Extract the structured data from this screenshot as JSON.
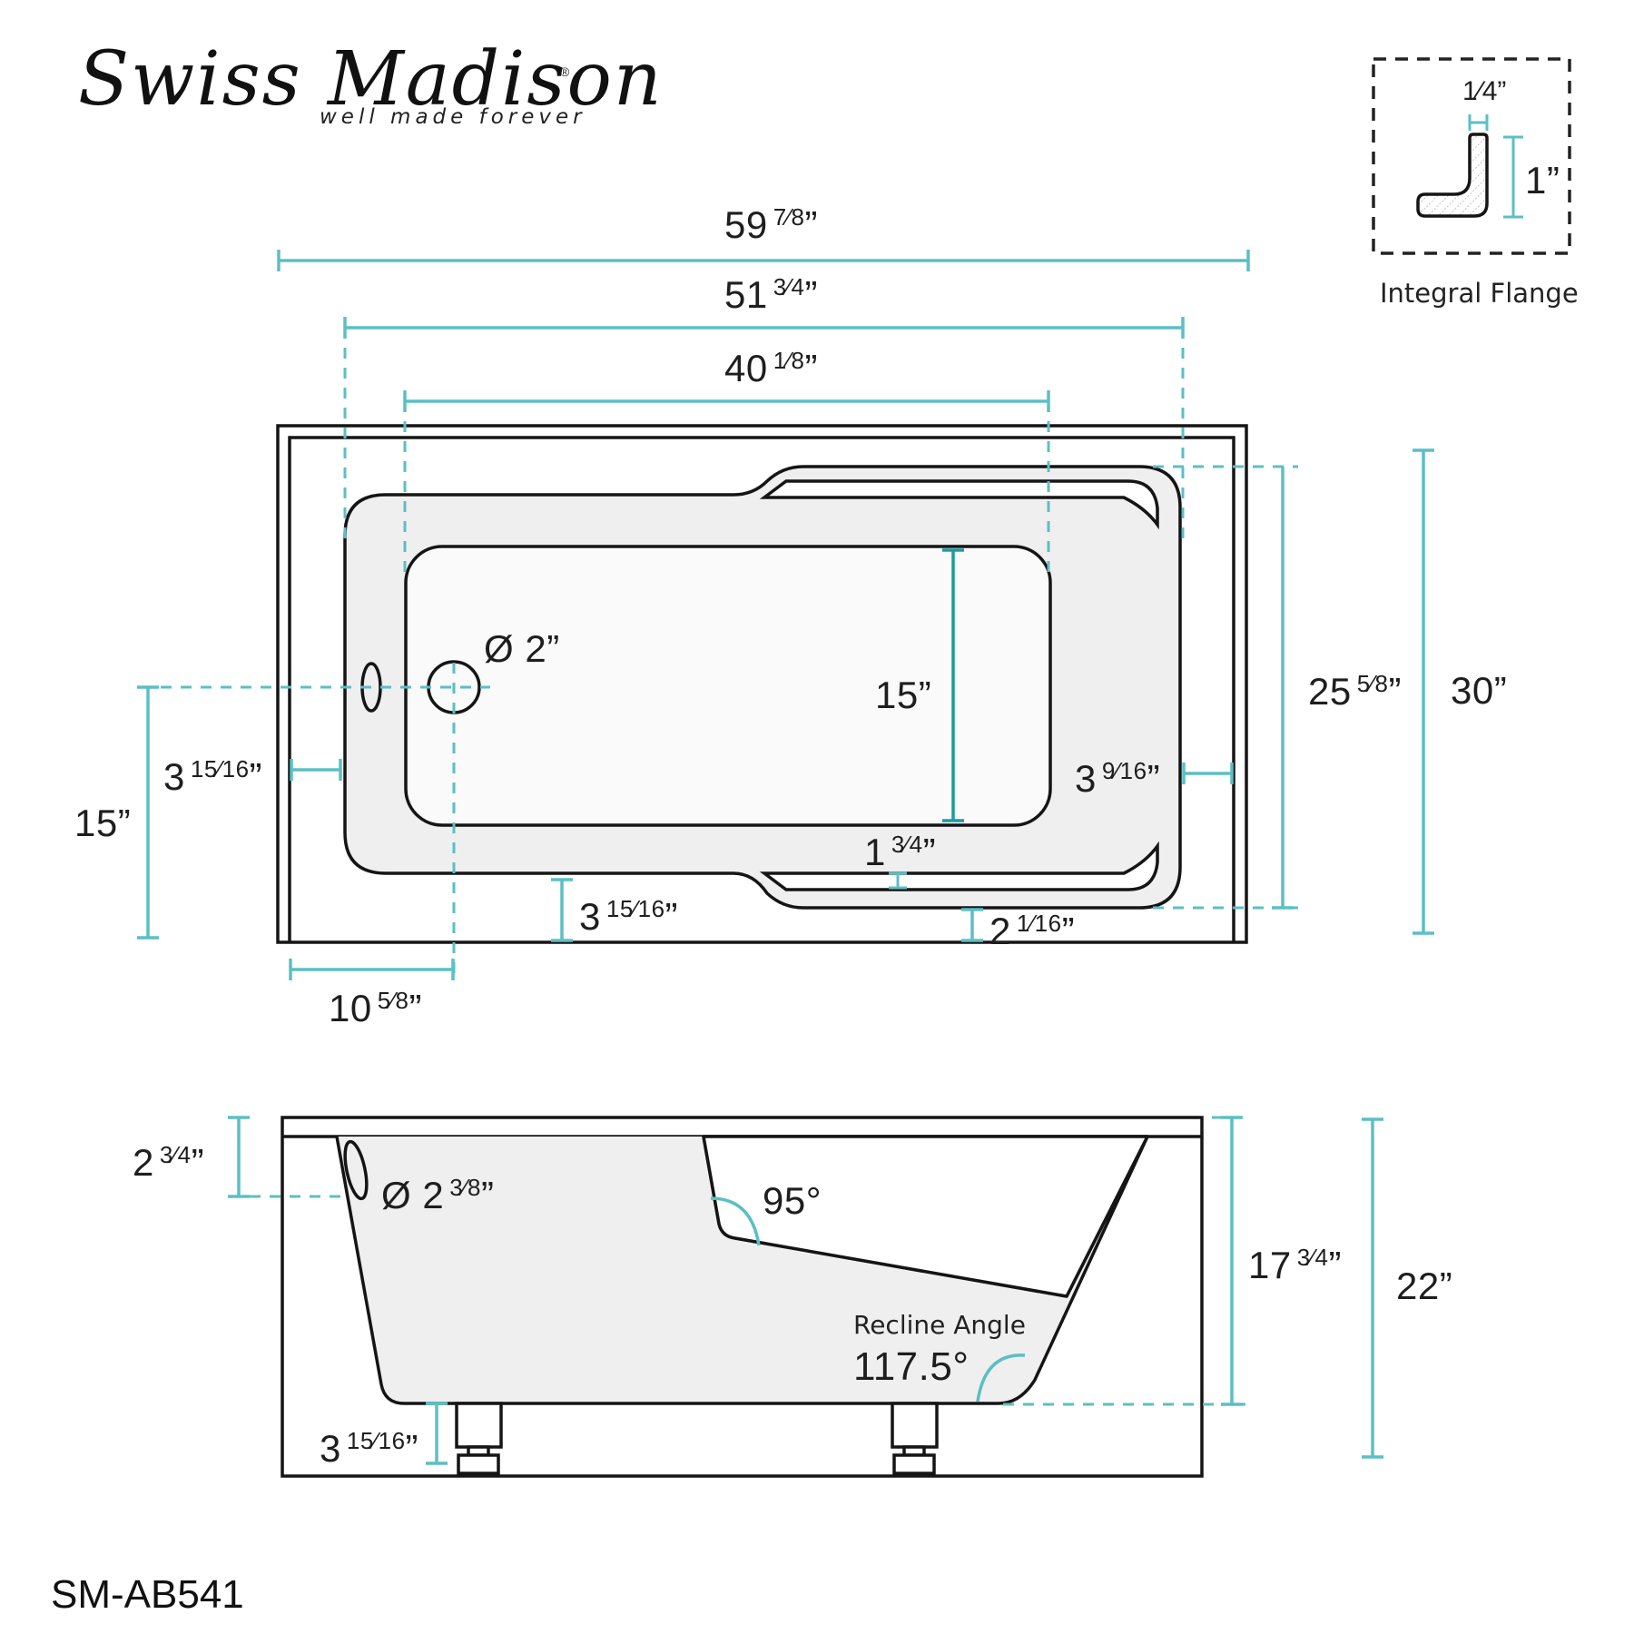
{
  "brand": {
    "name": "Swiss Madison",
    "registered_mark": "®",
    "tagline": "well made forever"
  },
  "model_number": "SM-AB541",
  "colors": {
    "dimension_line": "#5bbfc4",
    "dimension_line_dark": "#1f9aa0",
    "outline": "#151515",
    "tub_fill": "#efefef",
    "basin_fill": "#fafafa"
  },
  "flange_detail": {
    "caption": "Integral Flange",
    "thickness": {
      "whole": "",
      "frac": "1⁄4",
      "unit": "”"
    },
    "height": {
      "whole": "1",
      "frac": "",
      "unit": "”"
    }
  },
  "plan_view": {
    "overall_length": {
      "whole": "59",
      "frac": "7⁄8",
      "unit": "”"
    },
    "rim_length": {
      "whole": "51",
      "frac": "3⁄4",
      "unit": "”"
    },
    "basin_length": {
      "whole": "40",
      "frac": "1⁄8",
      "unit": "”"
    },
    "rim_width": {
      "whole": "25",
      "frac": "5⁄8",
      "unit": "”"
    },
    "overall_width": {
      "whole": "30",
      "frac": "",
      "unit": "”"
    },
    "basin_width": {
      "whole": "15",
      "frac": "",
      "unit": "”"
    },
    "drain_diameter": {
      "prefix": "Ø",
      "whole": "2",
      "frac": "",
      "unit": "”"
    },
    "drain_from_front": {
      "whole": "15",
      "frac": "",
      "unit": "”"
    },
    "left_deck": {
      "whole": "3",
      "frac": "15⁄16",
      "unit": "”"
    },
    "right_deck": {
      "whole": "3",
      "frac": "9⁄16",
      "unit": "”"
    },
    "front_deck": {
      "whole": "3",
      "frac": "15⁄16",
      "unit": "”"
    },
    "armrest_gap": {
      "whole": "1",
      "frac": "3⁄4",
      "unit": "”"
    },
    "front_deck_right": {
      "whole": "2",
      "frac": "1⁄16",
      "unit": "”"
    },
    "drain_from_left": {
      "whole": "10",
      "frac": "5⁄8",
      "unit": "”"
    }
  },
  "side_view": {
    "overflow_from_top": {
      "whole": "2",
      "frac": "3⁄4",
      "unit": "”"
    },
    "overflow_diameter": {
      "prefix": "Ø",
      "whole": "2",
      "frac": "3⁄8",
      "unit": "”"
    },
    "backrest_angle": "95°",
    "recline_caption": "Recline Angle",
    "recline_angle": "117.5°",
    "interior_depth": {
      "whole": "17",
      "frac": "3⁄4",
      "unit": "”"
    },
    "overall_height": {
      "whole": "22",
      "frac": "",
      "unit": "”"
    },
    "foot_height": {
      "whole": "3",
      "frac": "15⁄16",
      "unit": "”"
    }
  }
}
